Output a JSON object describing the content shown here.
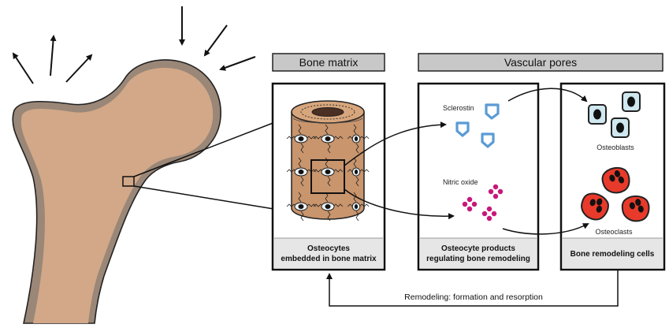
{
  "headers": {
    "bone_matrix": "Bone matrix",
    "vascular_pores": "Vascular pores"
  },
  "panels": {
    "osteocytes_caption_line1": "Osteocytes",
    "osteocytes_caption_line2": "embedded in bone matrix",
    "products_caption_line1": "Osteocyte products",
    "products_caption_line2": "regulating bone remodeling",
    "cells_caption": "Bone remodeling cells"
  },
  "labels": {
    "sclerostin": "Sclerostin",
    "nitric_oxide": "Nitric oxide",
    "osteoblasts": "Osteoblasts",
    "osteoclasts": "Osteoclasts"
  },
  "feedback_label": "Remodeling: formation and resorption",
  "colors": {
    "bone_fill": "#d2a888",
    "bone_shadow": "#9a8778",
    "cylinder_fill": "#c9956d",
    "sclerostin": "#5b9bd5",
    "nitric_oxide": "#c8177a",
    "osteoblast_fill": "#cfe8f0",
    "osteoclast_fill": "#e83a2b",
    "header_fill": "#c8c8c8",
    "caption_fill": "#e6e6e6"
  }
}
